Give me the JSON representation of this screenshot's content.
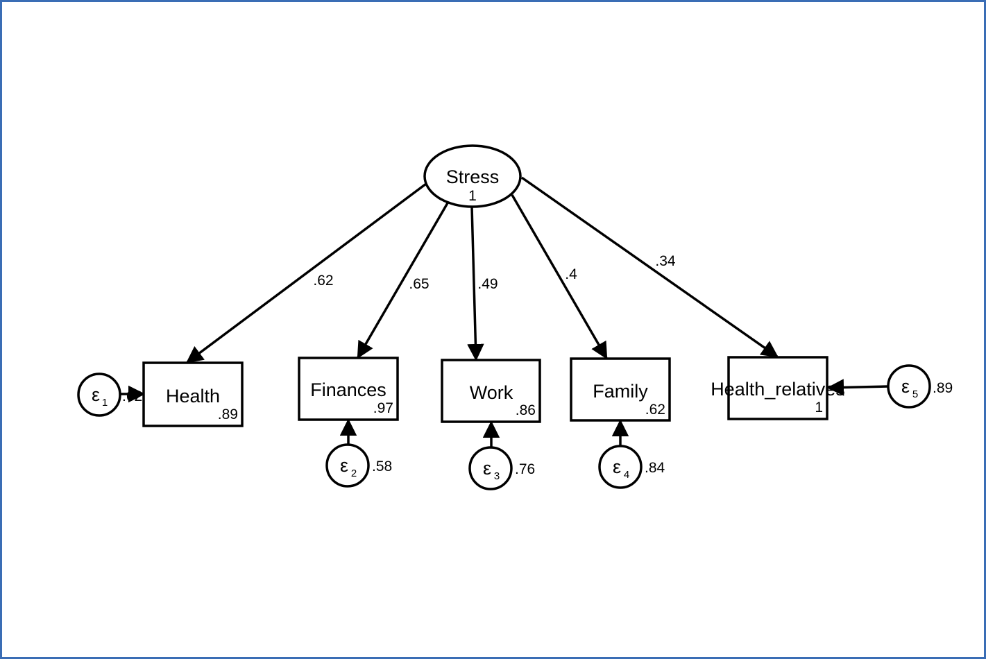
{
  "diagram": {
    "latent": {
      "name": "Stress",
      "variance": "1"
    },
    "indicators": [
      {
        "id": "health",
        "name": "Health",
        "intercept": ".89",
        "loading": ".62",
        "error": {
          "symbol": "ε",
          "index": "1",
          "variance": ".62"
        }
      },
      {
        "id": "finances",
        "name": "Finances",
        "intercept": ".97",
        "loading": ".65",
        "error": {
          "symbol": "ε",
          "index": "2",
          "variance": ".58"
        }
      },
      {
        "id": "work",
        "name": "Work",
        "intercept": ".86",
        "loading": ".49",
        "error": {
          "symbol": "ε",
          "index": "3",
          "variance": ".76"
        }
      },
      {
        "id": "family",
        "name": "Family",
        "intercept": ".62",
        "loading": ".4",
        "error": {
          "symbol": "ε",
          "index": "4",
          "variance": ".84"
        }
      },
      {
        "id": "health-relatives",
        "name": "Health_relatives",
        "intercept": "1",
        "loading": ".34",
        "error": {
          "symbol": "ε",
          "index": "5",
          "variance": ".89"
        }
      }
    ]
  }
}
